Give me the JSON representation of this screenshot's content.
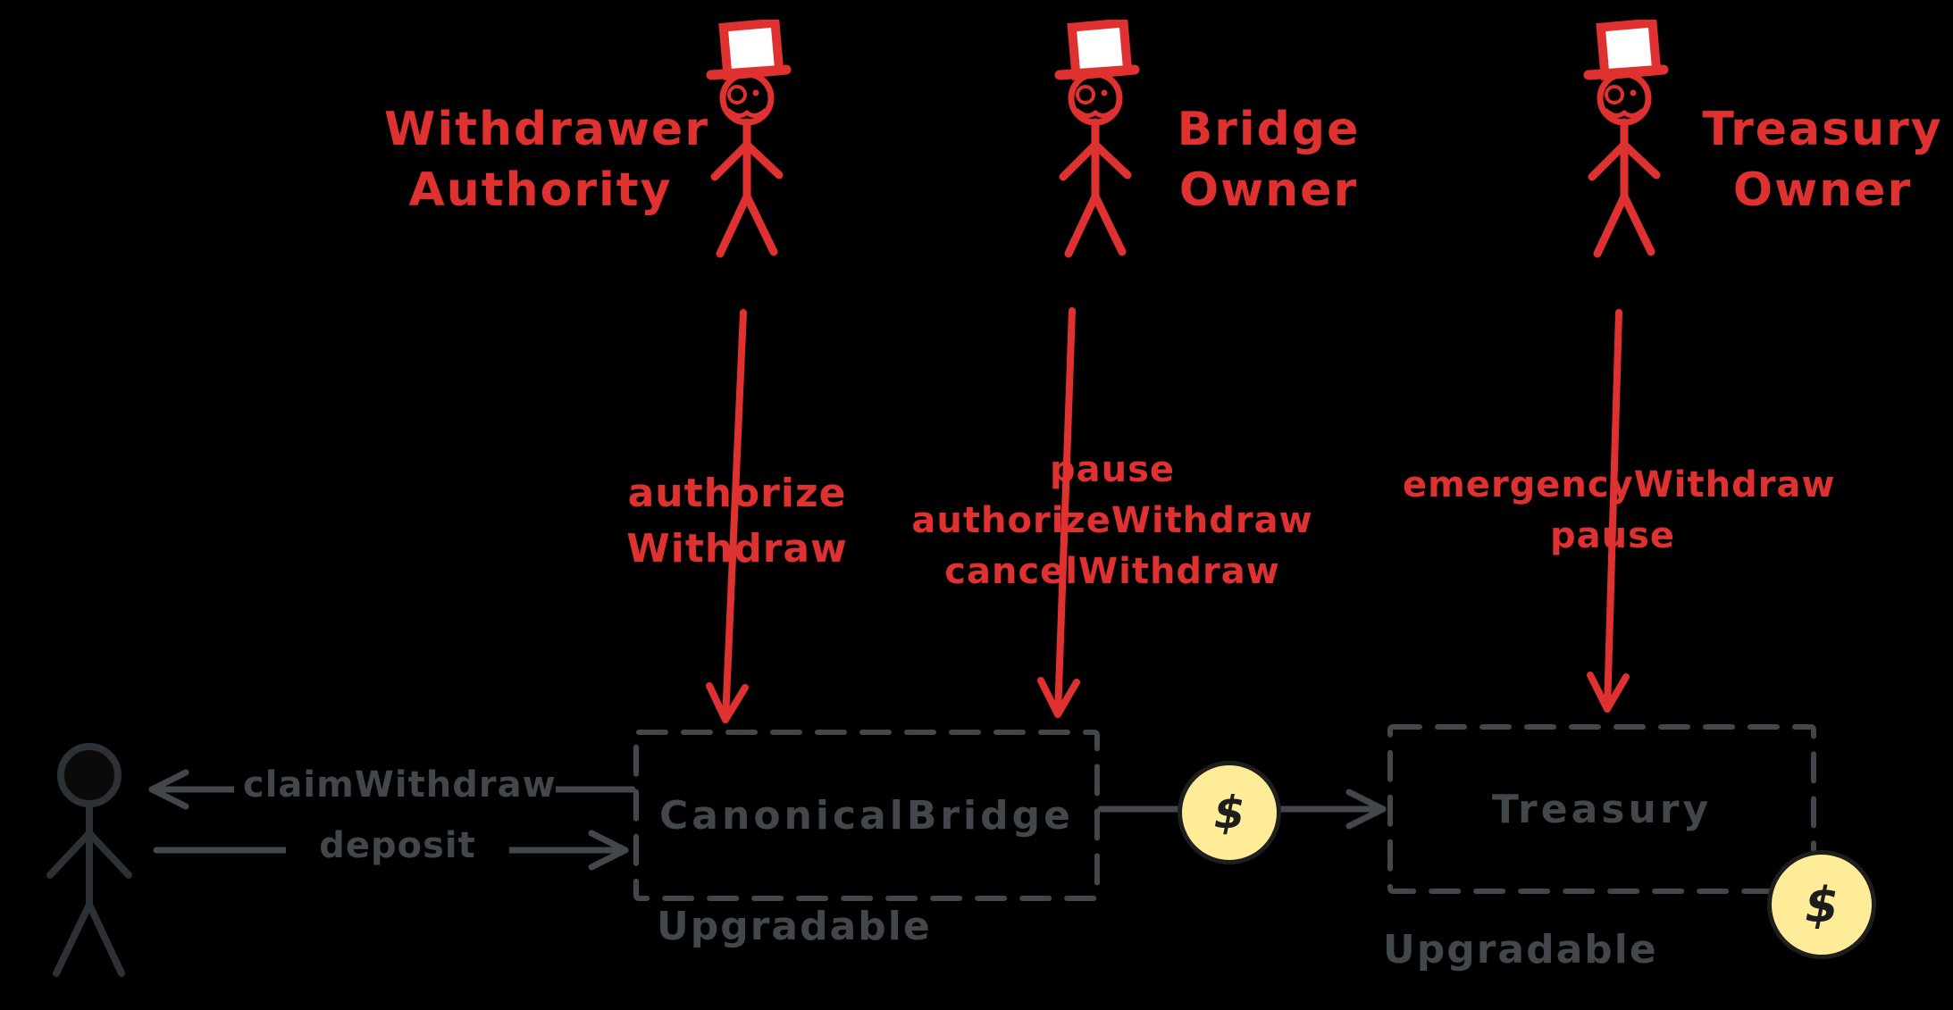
{
  "actors": [
    {
      "label": "Withdrawer\nAuthority",
      "actions": "authorize\nWithdraw"
    },
    {
      "label": "Bridge\nOwner",
      "actions": "pause\nauthorizeWithdraw\ncancelWithdraw"
    },
    {
      "label": "Treasury\nOwner",
      "actions": "emergencyWithdraw\npause"
    }
  ],
  "user_flows": {
    "claim_label": "claimWithdraw",
    "deposit_label": "deposit"
  },
  "contracts": [
    {
      "title": "CanonicalBridge",
      "note": "Upgradable"
    },
    {
      "title": "Treasury",
      "note": "Upgradable"
    }
  ],
  "coins": {
    "symbol": "$"
  },
  "colors": {
    "background": "#000000",
    "accent_red": "#e03131",
    "muted_gray": "#42474c",
    "coin_fill": "#ffec99",
    "coin_stroke": "#1e1e1e",
    "hat_fill": "#ffffff"
  }
}
